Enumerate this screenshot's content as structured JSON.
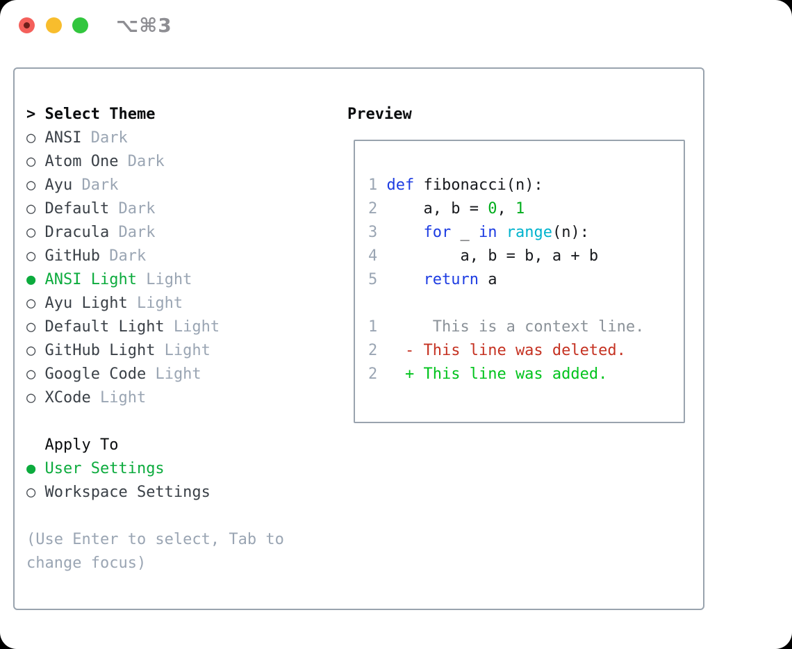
{
  "window": {
    "title": "⌥⌘3",
    "traffic_lights": {
      "close": "close-button",
      "minimize": "minimize-button",
      "zoom": "zoom-button"
    }
  },
  "glyphs": {
    "prompt": ">",
    "radio_on": "●",
    "radio_off": "○"
  },
  "colors": {
    "accent_green": "#0cab3d",
    "keyword_blue": "#1d3ce2",
    "builtin_cyan": "#00b3cd",
    "number_green": "#00ad1c",
    "code_fg": "#17191d",
    "line_number": "#9aa5b3",
    "diff_red": "#c53222",
    "diff_green": "#00c31c",
    "context_gray": "#8b9299",
    "item_text": "#3a4047",
    "badge_gray": "#9aa5b3",
    "marker_gray": "#44494f",
    "heading": "#0a0c0e",
    "border": "#99a3ae",
    "title_gray": "#8e8e93",
    "traffic_red": "#f4605b",
    "traffic_yellow": "#f8bd2d",
    "traffic_green": "#32c63e"
  },
  "theme_panel": {
    "header": {
      "marker": ">",
      "label": "Select Theme"
    },
    "items": [
      {
        "name": "ANSI",
        "variant": "Dark",
        "selected": false
      },
      {
        "name": "Atom One",
        "variant": "Dark",
        "selected": false
      },
      {
        "name": "Ayu",
        "variant": "Dark",
        "selected": false
      },
      {
        "name": "Default",
        "variant": "Dark",
        "selected": false
      },
      {
        "name": "Dracula",
        "variant": "Dark",
        "selected": false
      },
      {
        "name": "GitHub",
        "variant": "Dark",
        "selected": false
      },
      {
        "name": "ANSI Light",
        "variant": "Light",
        "selected": true
      },
      {
        "name": "Ayu Light",
        "variant": "Light",
        "selected": false
      },
      {
        "name": "Default Light",
        "variant": "Light",
        "selected": false
      },
      {
        "name": "GitHub Light",
        "variant": "Light",
        "selected": false
      },
      {
        "name": "Google Code",
        "variant": "Light",
        "selected": false
      },
      {
        "name": "XCode",
        "variant": "Light",
        "selected": false
      }
    ],
    "apply_to": {
      "label": "Apply To",
      "options": [
        {
          "name": "User Settings",
          "selected": true
        },
        {
          "name": "Workspace Settings",
          "selected": false
        }
      ]
    },
    "help": [
      "(Use Enter to select, Tab to",
      "change focus)"
    ]
  },
  "preview": {
    "label": "Preview",
    "code_lines": [
      {
        "segments": [
          {
            "t": "1 ",
            "c": "line_number"
          },
          {
            "t": "def",
            "c": "keyword_blue"
          },
          {
            "t": " fibonacci(n):",
            "c": "code_fg"
          }
        ]
      },
      {
        "segments": [
          {
            "t": "2 ",
            "c": "line_number"
          },
          {
            "t": "    a, b = ",
            "c": "code_fg"
          },
          {
            "t": "0",
            "c": "number_green"
          },
          {
            "t": ", ",
            "c": "code_fg"
          },
          {
            "t": "1",
            "c": "number_green"
          }
        ]
      },
      {
        "segments": [
          {
            "t": "3 ",
            "c": "line_number"
          },
          {
            "t": "    ",
            "c": "code_fg"
          },
          {
            "t": "for",
            "c": "keyword_blue"
          },
          {
            "t": " _ ",
            "c": "code_fg"
          },
          {
            "t": "in",
            "c": "keyword_blue"
          },
          {
            "t": " ",
            "c": "code_fg"
          },
          {
            "t": "range",
            "c": "builtin_cyan"
          },
          {
            "t": "(n):",
            "c": "code_fg"
          }
        ]
      },
      {
        "segments": [
          {
            "t": "4 ",
            "c": "line_number"
          },
          {
            "t": "        a, b = b, a + b",
            "c": "code_fg"
          }
        ]
      },
      {
        "segments": [
          {
            "t": "5 ",
            "c": "line_number"
          },
          {
            "t": "    ",
            "c": "code_fg"
          },
          {
            "t": "return",
            "c": "keyword_blue"
          },
          {
            "t": " a",
            "c": "code_fg"
          }
        ]
      }
    ],
    "diff_lines": [
      {
        "segments": [
          {
            "t": "1",
            "c": "line_number"
          },
          {
            "t": "      This is a context line.",
            "c": "context_gray"
          }
        ]
      },
      {
        "segments": [
          {
            "t": "2",
            "c": "line_number"
          },
          {
            "t": "   ",
            "c": "code_fg"
          },
          {
            "t": "- This line was deleted.",
            "c": "diff_red"
          }
        ]
      },
      {
        "segments": [
          {
            "t": "2",
            "c": "line_number"
          },
          {
            "t": "   ",
            "c": "code_fg"
          },
          {
            "t": "+ This line was added.",
            "c": "diff_green"
          }
        ]
      }
    ]
  }
}
